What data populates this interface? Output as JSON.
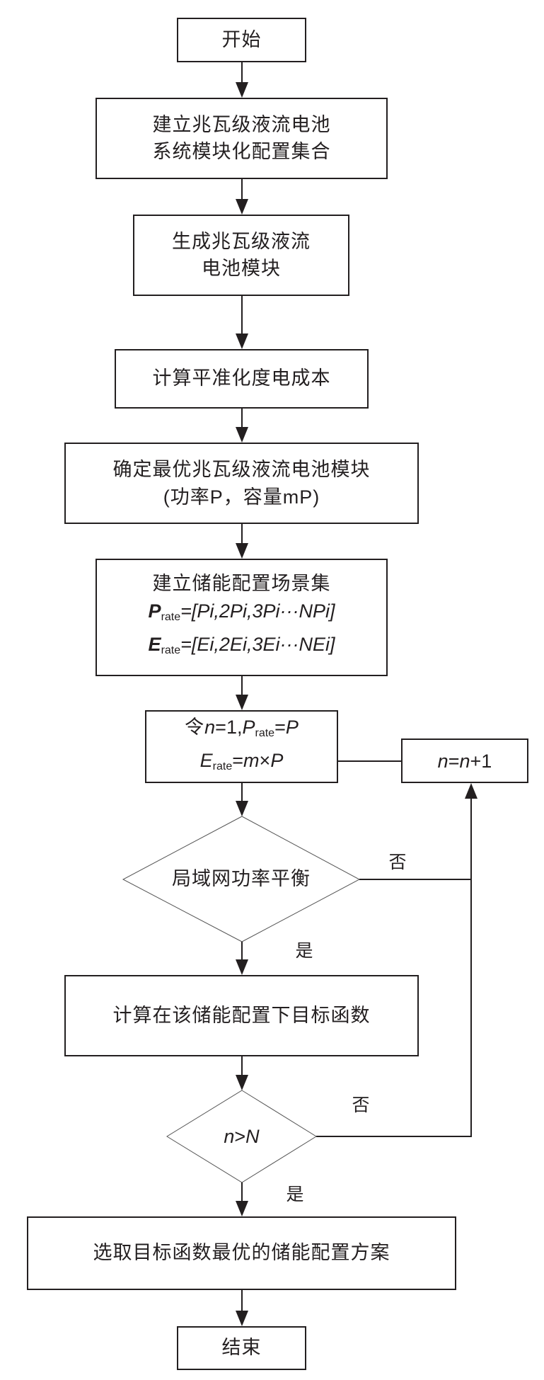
{
  "diagram": {
    "type": "flowchart",
    "nodes": {
      "start": {
        "label": "开始"
      },
      "build_set": {
        "lines": [
          "建立兆瓦级液流电池",
          "系统模块化配置集合"
        ]
      },
      "gen_module": {
        "lines": [
          "生成兆瓦级液流",
          "电池模块"
        ]
      },
      "calc_lcoe": {
        "label": "计算平准化度电成本"
      },
      "optimal_module": {
        "lines": [
          "确定最优兆瓦级液流电池模块",
          "(功率P，容量mP)"
        ]
      },
      "scenario_set": {
        "title": "建立储能配置场景集",
        "p_symbol": "P",
        "p_sub": "rate",
        "p_rhs": "=[Pi,2Pi,3Pi···NPi]",
        "e_symbol": "E",
        "e_sub": "rate",
        "e_rhs": "=[Ei,2Ei,3Ei···NEi]"
      },
      "init": {
        "line1_prefix": "令",
        "line1_n": "n",
        "line1_mid": "=1,",
        "line1_P": "P",
        "line1_sub": "rate",
        "line1_eq": "=",
        "line1_rhs": "P",
        "line2_E": "E",
        "line2_sub": "rate",
        "line2_eq": "=",
        "line2_m": "m",
        "line2_times": "×",
        "line2_P": "P"
      },
      "increment": {
        "n1": "n",
        "eq": "=",
        "n2": "n",
        "plus": "+1"
      },
      "power_balance": {
        "label": "局域网功率平衡"
      },
      "calc_objective": {
        "label": "计算在该储能配置下目标函数"
      },
      "check_n": {
        "n": "n",
        "op": ">",
        "N": "N"
      },
      "select_best": {
        "label": "选取目标函数最优的储能配置方案"
      },
      "end": {
        "label": "结束"
      }
    },
    "edge_labels": {
      "power_balance_no": "否",
      "power_balance_yes": "是",
      "check_n_no": "否",
      "check_n_yes": "是"
    },
    "edges": [
      [
        "start",
        "build_set"
      ],
      [
        "build_set",
        "gen_module"
      ],
      [
        "gen_module",
        "calc_lcoe"
      ],
      [
        "calc_lcoe",
        "optimal_module"
      ],
      [
        "optimal_module",
        "scenario_set"
      ],
      [
        "scenario_set",
        "init"
      ],
      [
        "init",
        "power_balance"
      ],
      [
        "power_balance",
        "calc_objective",
        "是"
      ],
      [
        "power_balance",
        "increment",
        "否"
      ],
      [
        "calc_objective",
        "check_n"
      ],
      [
        "check_n",
        "select_best",
        "是"
      ],
      [
        "check_n",
        "increment",
        "否"
      ],
      [
        "increment",
        "init"
      ],
      [
        "select_best",
        "end"
      ]
    ]
  }
}
